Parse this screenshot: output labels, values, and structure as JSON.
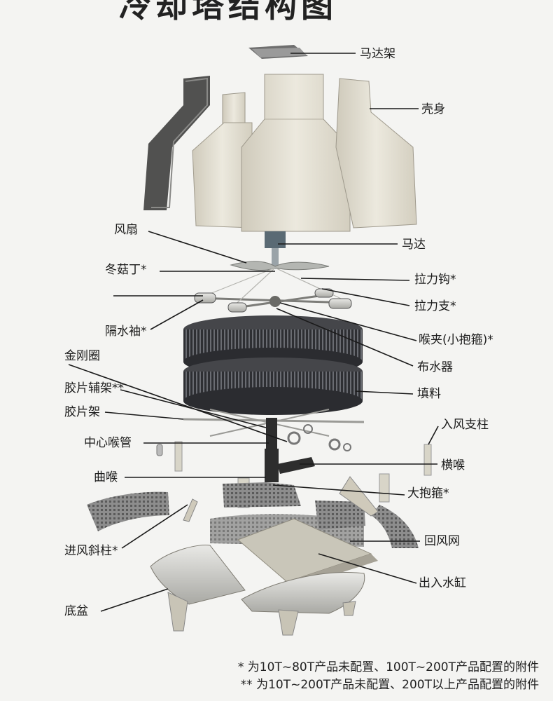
{
  "title": "冷却塔结构图",
  "labels": {
    "motor_frame": "马达架",
    "shell": "壳身",
    "fan": "风扇",
    "motor": "马达",
    "mushroom_nail": "冬菇丁*",
    "tension_hook": "拉力钩*",
    "tension_brace": "拉力支*",
    "water_sleeve": "隔水袖*",
    "throat_clamp": "喉夹(小抱箍)*",
    "diamond_ring": "金刚圈",
    "sprinkler": "布水器",
    "fill_aux_frame": "胶片辅架**",
    "fill": "填料",
    "fill_frame": "胶片架",
    "inlet_column": "入风支柱",
    "center_pipe": "中心喉管",
    "elbow": "曲喉",
    "cross_pipe": "横喉",
    "big_clamp": "大抱箍*",
    "inlet_diag_column": "进风斜柱*",
    "return_screen": "回风网",
    "inout_tank": "出入水缸",
    "basin": "底盆"
  },
  "footnotes": {
    "line1": "* 为10T~80T产品未配置、100T~200T产品配置的附件",
    "line2": "** 为10T~200T产品未配置、200T以上产品配置的附件"
  },
  "colors": {
    "background": "#f4f4f2",
    "shell": "#e3dfd2",
    "fill_media": "#3a3b3f",
    "leader": "#1a1a1a"
  }
}
